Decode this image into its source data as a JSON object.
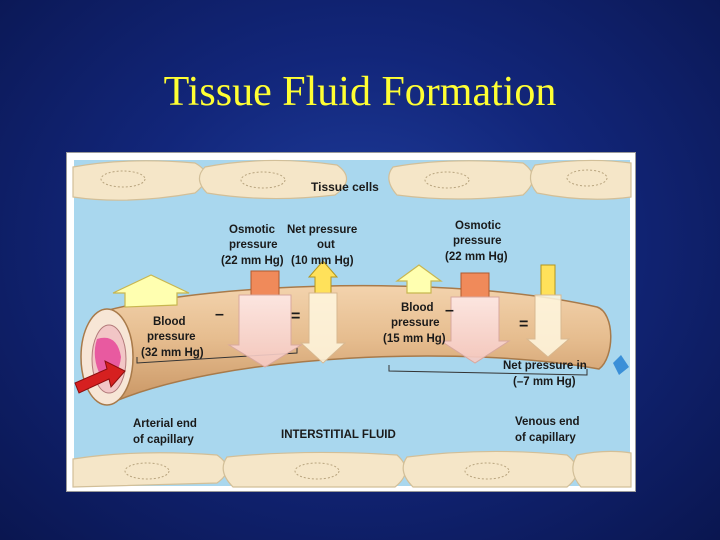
{
  "slide": {
    "title": "Tissue Fluid Formation"
  },
  "diagram": {
    "tissue_cells": "Tissue cells",
    "osmotic_left": [
      "Osmotic",
      "pressure",
      "(22 mm Hg)"
    ],
    "net_out": [
      "Net pressure",
      "out",
      "(10 mm Hg)"
    ],
    "osmotic_right": [
      "Osmotic",
      "pressure",
      "(22 mm Hg)"
    ],
    "blood_left": [
      "Blood",
      "pressure",
      "(32 mm Hg)"
    ],
    "blood_right": [
      "Blood",
      "pressure",
      "(15 mm Hg)"
    ],
    "net_in": [
      "Net pressure in",
      "(–7 mm Hg)"
    ],
    "arterial_end": [
      "Arterial end",
      "of capillary"
    ],
    "interstitial": "INTERSTITIAL FLUID",
    "venous_end": [
      "Venous end",
      "of capillary"
    ],
    "signs": {
      "minus": "–",
      "equals": "="
    },
    "colors": {
      "background_fluid": "#a9d7ee",
      "tissue_cell": "#f5e6c8",
      "capillary": "#e3b98a",
      "blood_pressure_arrow": "#ffffb0",
      "osmotic_block": "#f08a5a",
      "net_out_arrow": "#ffe15a",
      "flow_arrow": "#d62020"
    }
  }
}
